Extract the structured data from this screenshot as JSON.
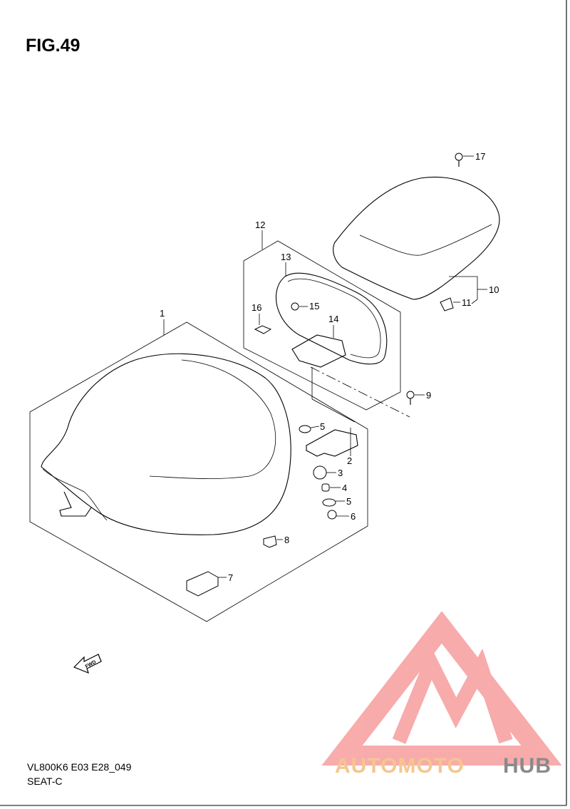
{
  "figure": {
    "title": "FIG.49",
    "model_code": "VL800K6 E03 E28_049",
    "section": "SEAT-C"
  },
  "callouts": [
    "1",
    "2",
    "3",
    "4",
    "5",
    "5",
    "6",
    "7",
    "8",
    "9",
    "10",
    "11",
    "12",
    "13",
    "14",
    "15",
    "16",
    "17"
  ],
  "arrow_label": "FWD",
  "watermark": {
    "brand_part1": "AUTOMOTO",
    "brand_part2": "HUB",
    "color_part1": "#f6c58f",
    "color_part2": "#8a8a8a",
    "logo_color": "#f7a3a3"
  }
}
